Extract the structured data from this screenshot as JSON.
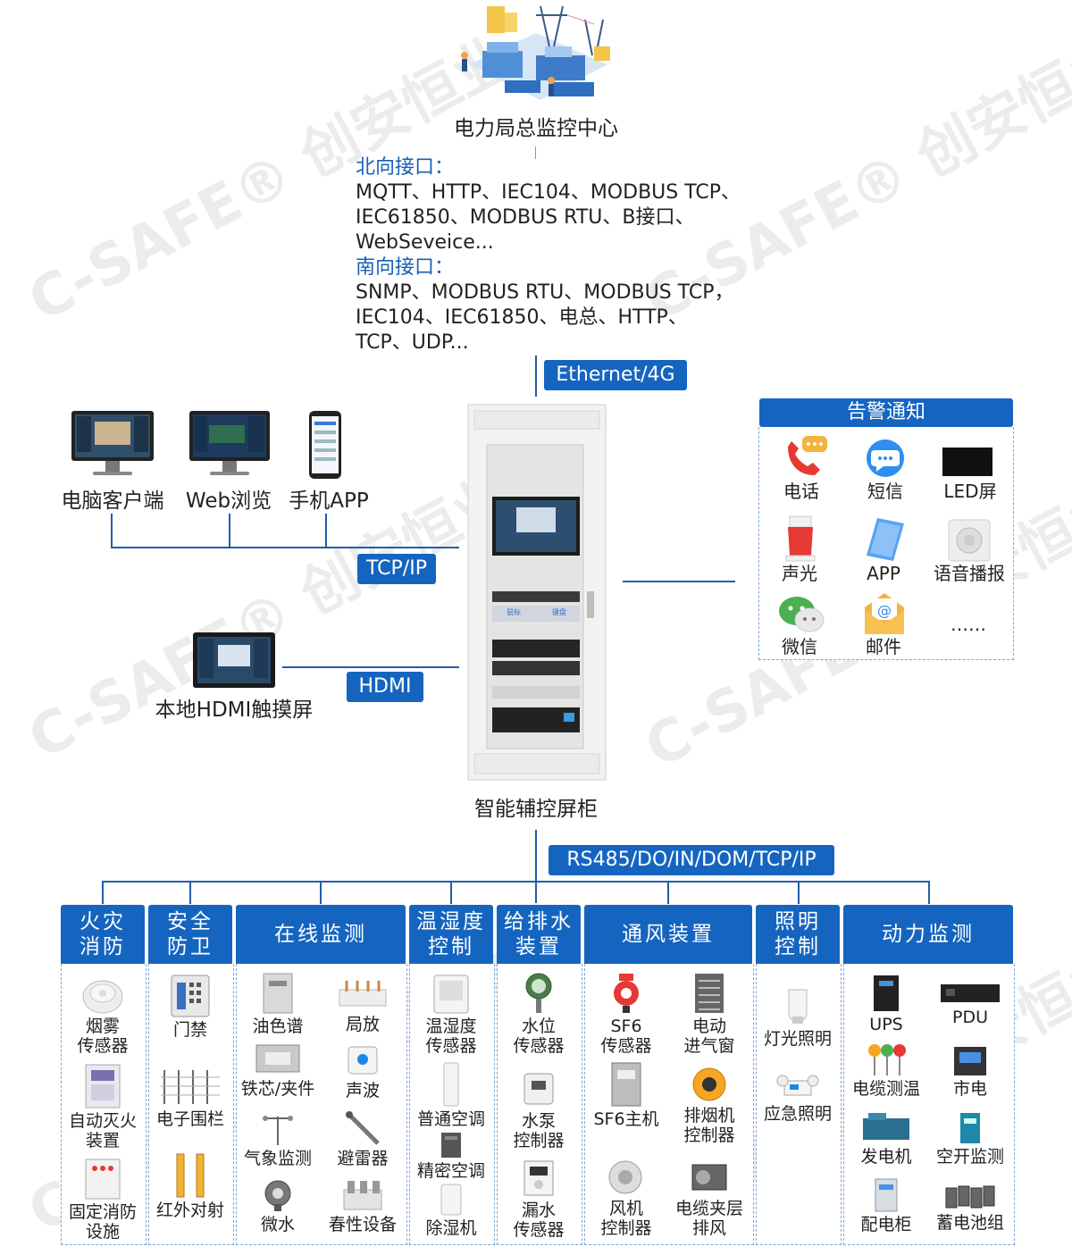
{
  "top_center": {
    "title": "电力局总监控中心"
  },
  "north": {
    "title": "北向接口：",
    "lines": [
      "MQTT、HTTP、IEC104、MODBUS TCP、",
      "IEC61850、MODBUS RTU、B接口、",
      "WebSeveice..."
    ]
  },
  "south": {
    "title": "南向接口：",
    "lines": [
      "SNMP、MODBUS RTU、MODBUS TCP，",
      "IEC104、IEC61850、电总、HTTP、",
      "TCP、UDP..."
    ]
  },
  "tags": {
    "ethernet": "Ethernet/4G",
    "tcpip": "TCP/IP",
    "hdmi": "HDMI",
    "rs485": "RS485/DO/IN/DOM/TCP/IP"
  },
  "clients": {
    "pc": "电脑客户端",
    "web": "Web浏览",
    "app": "手机APP",
    "hdmi_screen": "本地HDMI触摸屏"
  },
  "cabinet": {
    "label": "智能辅控屏柜",
    "kb_left": "鼠标",
    "kb_right": "键盘"
  },
  "alarm": {
    "title": "告警通知",
    "items": [
      "电话",
      "短信",
      "LED屏",
      "声光",
      "APP",
      "语音播报",
      "微信",
      "邮件",
      "……"
    ]
  },
  "categories": [
    {
      "title": [
        "火灾",
        "消防"
      ],
      "items": [
        [
          "烟雾",
          "传感器"
        ],
        [
          "自动灭火",
          "装置"
        ],
        [
          "固定消防",
          "设施"
        ]
      ]
    },
    {
      "title": [
        "安全",
        "防卫"
      ],
      "items": [
        [
          "门禁"
        ],
        [
          "电子围栏"
        ],
        [
          "红外对射"
        ]
      ]
    },
    {
      "title": [
        "在线监测"
      ],
      "items": [
        [
          "油色谱"
        ],
        [
          "局放"
        ],
        [
          "铁芯/夹件"
        ],
        [
          "声波"
        ],
        [
          "气象监测"
        ],
        [
          "避雷器"
        ],
        [
          "微水"
        ],
        [
          "春性设备"
        ]
      ]
    },
    {
      "title": [
        "温湿度",
        "控制"
      ],
      "items": [
        [
          "温湿度",
          "传感器"
        ],
        [
          "普通空调"
        ],
        [
          "精密空调"
        ],
        [
          "除湿机"
        ]
      ]
    },
    {
      "title": [
        "给排水",
        "装置"
      ],
      "items": [
        [
          "水位",
          "传感器"
        ],
        [
          "水泵",
          "控制器"
        ],
        [
          "漏水",
          "传感器"
        ]
      ]
    },
    {
      "title": [
        "通风装置"
      ],
      "items": [
        [
          "SF6",
          "传感器"
        ],
        [
          "电动",
          "进气窗"
        ],
        [
          "SF6主机"
        ],
        [
          "排烟机",
          "控制器"
        ],
        [
          "风机",
          "控制器"
        ],
        [
          "电缆夹层",
          "排风"
        ]
      ]
    },
    {
      "title": [
        "照明",
        "控制"
      ],
      "items": [
        [
          "灯光照明"
        ],
        [
          "应急照明"
        ]
      ]
    },
    {
      "title": [
        "动力监测"
      ],
      "items": [
        [
          "UPS"
        ],
        [
          "PDU"
        ],
        [
          "电缆测温"
        ],
        [
          "市电"
        ],
        [
          "发电机"
        ],
        [
          "空开监测"
        ],
        [
          "配电柜"
        ],
        [
          "蓄电池组"
        ]
      ]
    }
  ],
  "watermark": "C-SAFE® 创安恒业",
  "colors": {
    "accent": "#1565c0",
    "text": "#222222",
    "link_blue": "#1a5fb4"
  }
}
